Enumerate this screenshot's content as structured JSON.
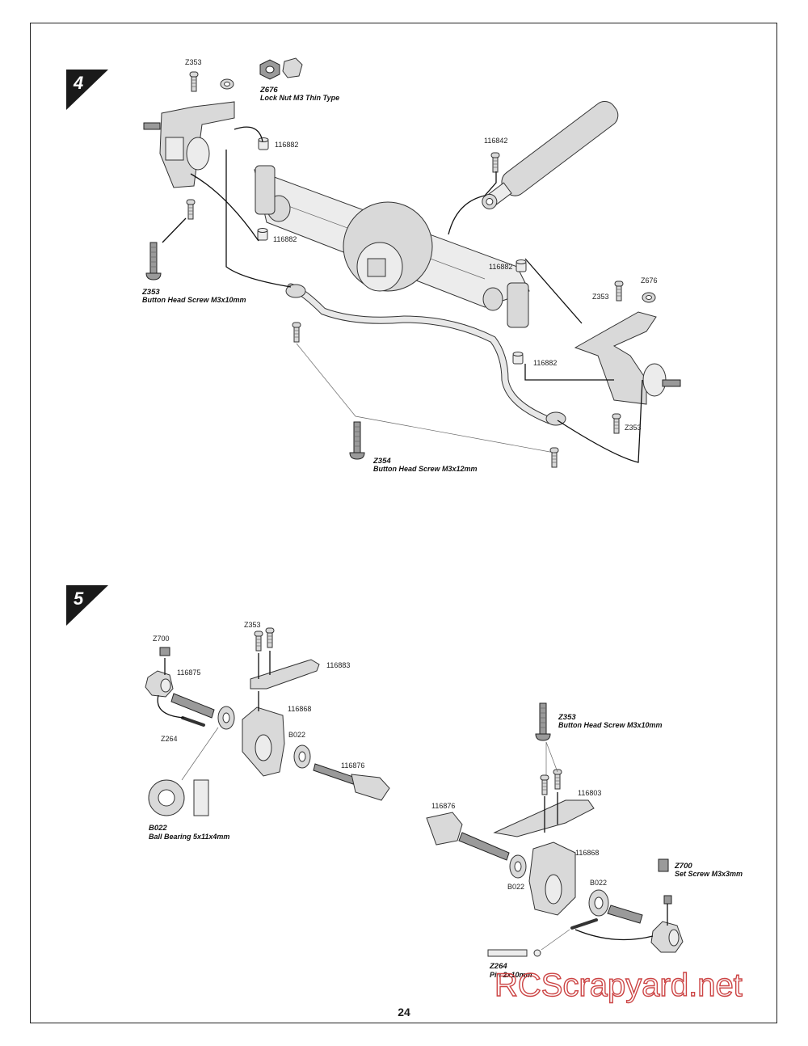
{
  "page": {
    "number": "24",
    "watermark": "RCScrapyard.net"
  },
  "step4": {
    "step": "4",
    "labels": {
      "z353_top": "Z353",
      "z676_top": "Z676",
      "z676_desc": "Lock Nut M3 Thin Type",
      "p116882_a": "116882",
      "p116882_b": "116882",
      "p116882_c": "116882",
      "p116882_d": "116882",
      "p116842": "116842",
      "z353_left": "Z353",
      "z353_left_desc": "Button Head Screw M3x10mm",
      "z353_right": "Z353",
      "z676_right": "Z676",
      "z353_bottom": "Z353",
      "z354": "Z354",
      "z354_desc": "Button Head Screw M3x12mm"
    }
  },
  "step5": {
    "step": "5",
    "labels": {
      "z700_left": "Z700",
      "p116875": "116875",
      "z353_left": "Z353",
      "p116883": "116883",
      "p116868_left": "116868",
      "b022_left": "B022",
      "z264_left": "Z264",
      "p116876_left": "116876",
      "b022_big": "B022",
      "b022_desc": "Ball Bearing 5x11x4mm",
      "z353_right": "Z353",
      "z353_right_desc": "Button Head Screw M3x10mm",
      "p116803": "116803",
      "p116876_right": "116876",
      "p116868_right": "116868",
      "b022_right": "B022",
      "b022_right2": "B022",
      "z700_right": "Z700",
      "z700_desc": "Set Screw M3x3mm",
      "z264_right": "Z264",
      "z264_desc": "Pin 2x10mm"
    }
  },
  "icons": [
    "screw-icon",
    "lock-nut-icon",
    "bearing-icon",
    "pin-icon",
    "set-screw-icon",
    "shock-absorber-icon",
    "axle-housing-icon",
    "knuckle-icon",
    "steering-link-icon"
  ],
  "colors": {
    "badge": "#1a1a1a",
    "part": "#d9d9d9",
    "line": "#111111",
    "watermark": "#cc4444"
  }
}
